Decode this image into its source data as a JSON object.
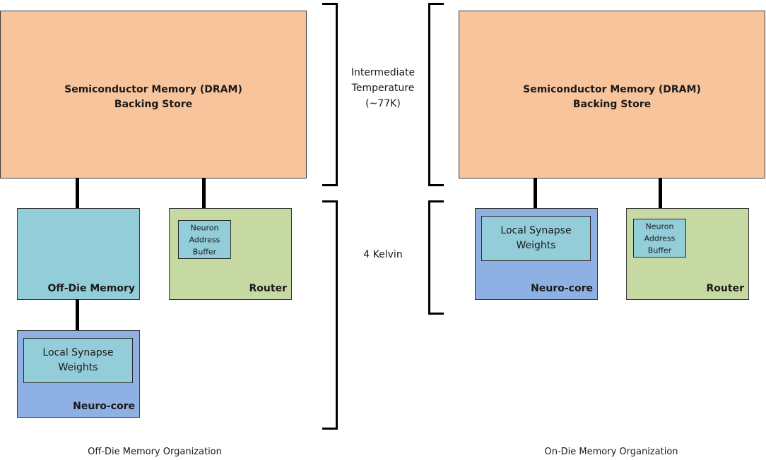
{
  "left_panel": {
    "caption": "Off-Die Memory Organization",
    "dram": {
      "line1": "Semiconductor Memory (DRAM)",
      "line2": "Backing Store"
    },
    "off_die_memory": {
      "label": "Off-Die Memory"
    },
    "router": {
      "label": "Router",
      "buffer": [
        "Neuron",
        "Address",
        "Buffer"
      ]
    },
    "neuro_core": {
      "label": "Neuro-core",
      "synapse": [
        "Local Synapse",
        "Weights"
      ]
    }
  },
  "right_panel": {
    "caption": "On-Die Memory Organization",
    "dram": {
      "line1": "Semiconductor Memory (DRAM)",
      "line2": "Backing Store"
    },
    "neuro_core": {
      "label": "Neuro-core",
      "synapse": [
        "Local Synapse",
        "Weights"
      ]
    },
    "router": {
      "label": "Router",
      "buffer": [
        "Neuron",
        "Address",
        "Buffer"
      ]
    }
  },
  "temperature_zones": {
    "intermediate": [
      "Intermediate",
      "Temperature",
      "(~77K)"
    ],
    "cryogenic": "4 Kelvin"
  },
  "colors": {
    "dram": "#f8c49c",
    "memory": "#93cdd9",
    "neuro_core": "#8eb0e2",
    "router": "#c7d9a2"
  }
}
